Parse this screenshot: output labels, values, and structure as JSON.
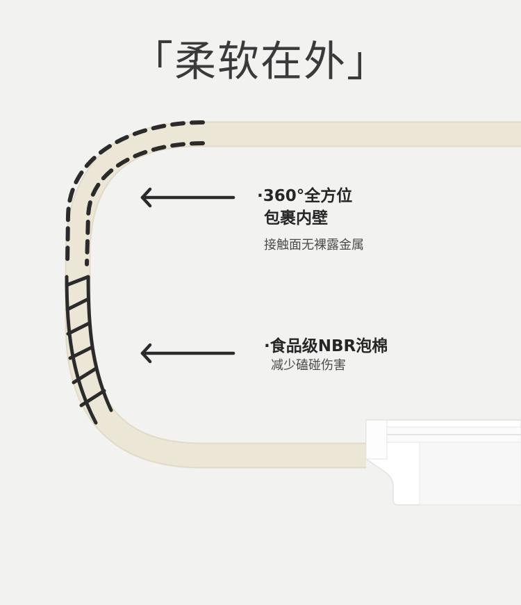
{
  "title": "「柔软在外」",
  "callouts": [
    {
      "title_line1": "·360°全方位",
      "title_line2": "包裹内壁",
      "subtitle": "接触面无裸露金属"
    },
    {
      "title_line1": "·食品级NBR泡棉",
      "subtitle": "减少磕碰伤害"
    }
  ],
  "colors": {
    "background": "#f2f2f1",
    "foam": "#ece6d6",
    "foam_edge": "#e1dac7",
    "outline": "#2b2b2b",
    "rail": "#ffffff"
  }
}
